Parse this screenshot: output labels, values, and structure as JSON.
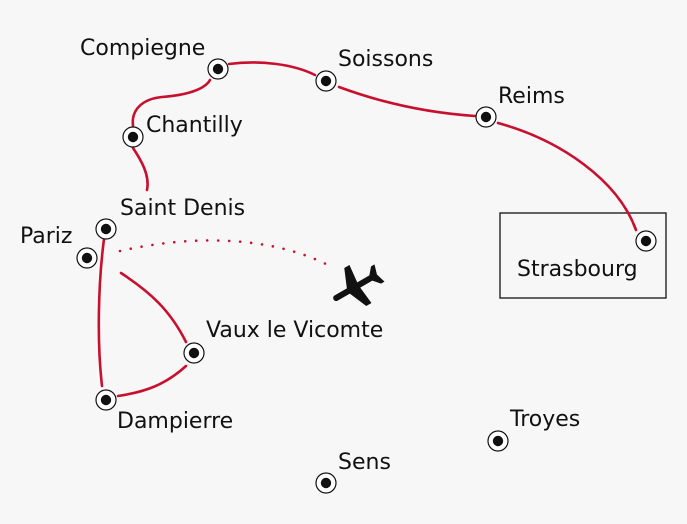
{
  "colors": {
    "background": "#f7f7f7",
    "route": "#c8102e",
    "marker": "#111111",
    "label": "#111111",
    "frame": "#222222"
  },
  "cities": {
    "compiegne": "Compiegne",
    "soissons": "Soissons",
    "reims": "Reims",
    "chantilly": "Chantilly",
    "saint_denis": "Saint Denis",
    "pariz": "Pariz",
    "strasbourg": "Strasbourg",
    "vaux_le_vicomte": "Vaux le Vicomte",
    "dampierre": "Dampierre",
    "troyes": "Troyes",
    "sens": "Sens"
  },
  "icons": {
    "airplane": "airplane-icon",
    "city_marker": "city-marker-icon"
  }
}
